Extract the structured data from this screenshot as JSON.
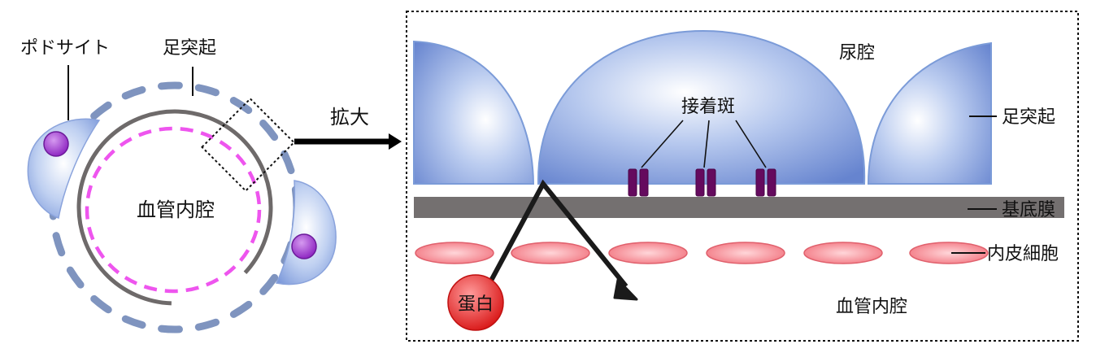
{
  "labels": {
    "podocyte": "ポドサイト",
    "foot_process_top": "足突起",
    "vessel_lumen_left": "血管内腔",
    "magnify": "拡大",
    "urinary_space": "尿腔",
    "focal_adhesion": "接着斑",
    "foot_process_right": "足突起",
    "basement_membrane": "基底膜",
    "endothelial_cell": "内皮細胞",
    "protein": "蛋白",
    "vessel_lumen_right": "血管内腔"
  },
  "colors": {
    "podocyte_blue": "#6f8fd6",
    "podocyte_edge": "#7b9bd8",
    "nucleus": "#9b33c9",
    "dashed_foot": "#7f94bf",
    "inner_dashed": "#ee55ee",
    "ring_gray": "#6e6a6a",
    "basement_gray": "#747070",
    "adhesion": "#650a5e",
    "endothelial": "#f27c86",
    "protein_red": "#e51e1e"
  }
}
